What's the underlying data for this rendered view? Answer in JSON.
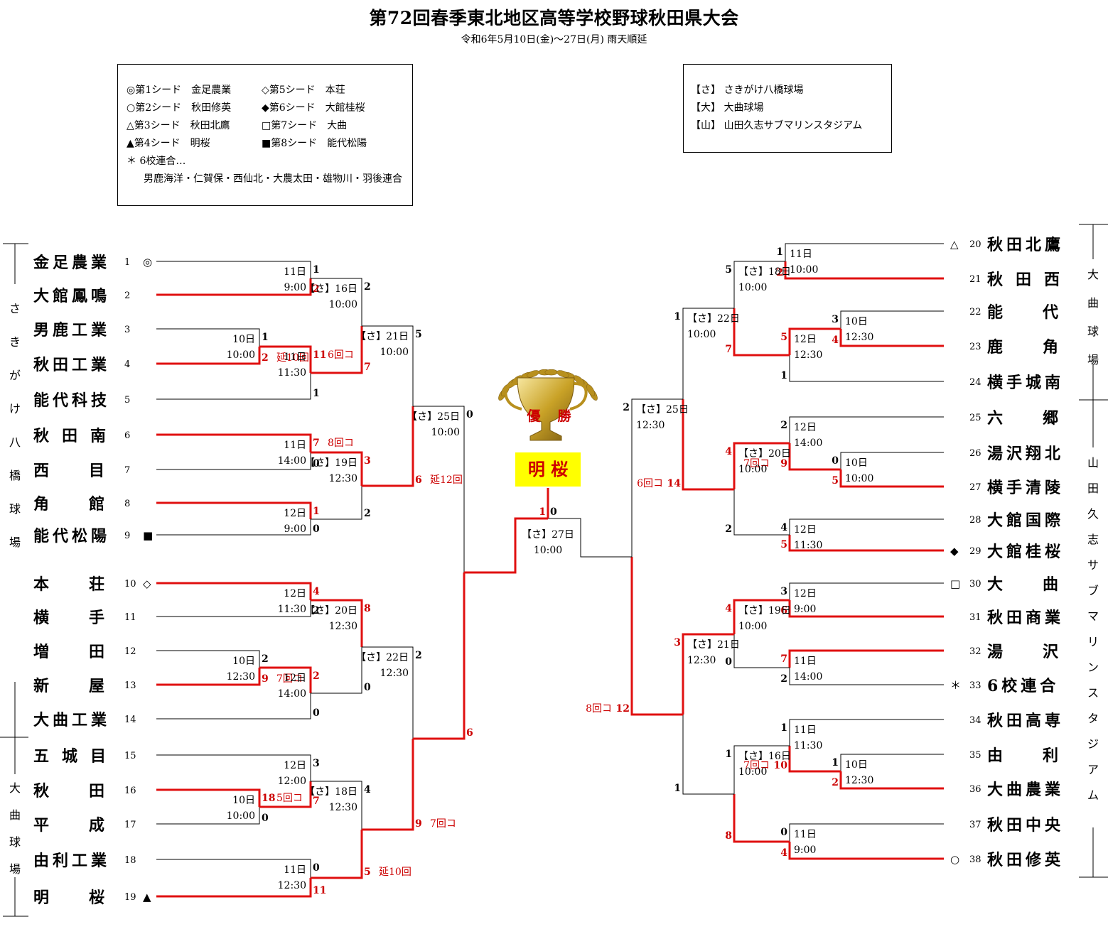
{
  "title": "第72回春季東北地区高等学校野球秋田県大会",
  "subtitle": "令和6年5月10日(金)〜27日(月) 雨天順延",
  "seed_legend": [
    [
      "◎第1シード　金足農業",
      "◇第5シード　本荘"
    ],
    [
      "○第2シード　秋田修英",
      "◆第6シード　大館桂桜"
    ],
    [
      "△第3シード　秋田北鷹",
      "□第7シード　大曲"
    ],
    [
      "▲第4シード　明桜",
      "■第8シード　能代松陽"
    ]
  ],
  "joint_note": "＊ 6校連合…",
  "joint_members": "男鹿海洋・仁賀保・西仙北・大農太田・雄物川・羽後連合",
  "venue_legend": [
    "【さ】 さきがけ八橋球場",
    "【大】 大曲球場",
    "【山】 山田久志サブマリンスタジアム"
  ],
  "venue_side_labels": {
    "left_top": "さきがけ八橋球場",
    "left_bottom": "大曲球場",
    "right_top": "大曲球場",
    "right_bottom": "山田久志サブマリンスタジアム"
  },
  "champion_caption": "優勝",
  "champion": "明 桜",
  "teams_left": [
    {
      "no": "1",
      "name": "金足農業",
      "seed": "◎"
    },
    {
      "no": "2",
      "name": "大館鳳鳴",
      "seed": ""
    },
    {
      "no": "3",
      "name": "男鹿工業",
      "seed": ""
    },
    {
      "no": "4",
      "name": "秋田工業",
      "seed": ""
    },
    {
      "no": "5",
      "name": "能代科技",
      "seed": ""
    },
    {
      "no": "6",
      "name": "秋田南",
      "seed": ""
    },
    {
      "no": "7",
      "name": "西目",
      "seed": ""
    },
    {
      "no": "8",
      "name": "角館",
      "seed": ""
    },
    {
      "no": "9",
      "name": "能代松陽",
      "seed": "■"
    },
    {
      "no": "10",
      "name": "本荘",
      "seed": "◇"
    },
    {
      "no": "11",
      "name": "横手",
      "seed": ""
    },
    {
      "no": "12",
      "name": "増田",
      "seed": ""
    },
    {
      "no": "13",
      "name": "新屋",
      "seed": ""
    },
    {
      "no": "14",
      "name": "大曲工業",
      "seed": ""
    },
    {
      "no": "15",
      "name": "五城目",
      "seed": ""
    },
    {
      "no": "16",
      "name": "秋田",
      "seed": ""
    },
    {
      "no": "17",
      "name": "平成",
      "seed": ""
    },
    {
      "no": "18",
      "name": "由利工業",
      "seed": ""
    },
    {
      "no": "19",
      "name": "明桜",
      "seed": "▲"
    }
  ],
  "teams_right": [
    {
      "no": "20",
      "name": "秋田北鷹",
      "seed": "△"
    },
    {
      "no": "21",
      "name": "秋田西",
      "seed": ""
    },
    {
      "no": "22",
      "name": "能代",
      "seed": ""
    },
    {
      "no": "23",
      "name": "鹿角",
      "seed": ""
    },
    {
      "no": "24",
      "name": "横手城南",
      "seed": ""
    },
    {
      "no": "25",
      "name": "六郷",
      "seed": ""
    },
    {
      "no": "26",
      "name": "湯沢翔北",
      "seed": ""
    },
    {
      "no": "27",
      "name": "横手清陵",
      "seed": ""
    },
    {
      "no": "28",
      "name": "大館国際",
      "seed": ""
    },
    {
      "no": "29",
      "name": "大館桂桜",
      "seed": "◆"
    },
    {
      "no": "30",
      "name": "大曲",
      "seed": "□"
    },
    {
      "no": "31",
      "name": "秋田商業",
      "seed": ""
    },
    {
      "no": "32",
      "name": "湯沢",
      "seed": ""
    },
    {
      "no": "33",
      "name": "6校連合",
      "seed": "＊"
    },
    {
      "no": "34",
      "name": "秋田高専",
      "seed": ""
    },
    {
      "no": "35",
      "name": "由利",
      "seed": ""
    },
    {
      "no": "36",
      "name": "大曲農業",
      "seed": ""
    },
    {
      "no": "37",
      "name": "秋田中央",
      "seed": ""
    },
    {
      "no": "38",
      "name": "秋田修英",
      "seed": "○"
    }
  ],
  "matches": [
    {
      "id": "L1",
      "date": "11日",
      "time": "9:00",
      "top": "1",
      "bot": "2",
      "winner": "bot",
      "note": ""
    },
    {
      "id": "L2",
      "date": "10日",
      "time": "10:00",
      "top": "1",
      "bot": "2",
      "winner": "bot",
      "note": "延10回"
    },
    {
      "id": "L3",
      "date": "11日",
      "time": "11:30",
      "top": "11",
      "bot": "1",
      "winner": "top",
      "note": "6回コ"
    },
    {
      "id": "L4",
      "date": "11日",
      "time": "14:00",
      "top": "7",
      "bot": "0",
      "winner": "top",
      "note": "8回コ"
    },
    {
      "id": "L5",
      "date": "12日",
      "time": "9:00",
      "top": "1",
      "bot": "0",
      "winner": "top",
      "note": ""
    },
    {
      "id": "L6",
      "date": "12日",
      "time": "11:30",
      "top": "4",
      "bot": "2",
      "winner": "top",
      "note": ""
    },
    {
      "id": "L7",
      "date": "10日",
      "time": "12:30",
      "top": "2",
      "bot": "9",
      "winner": "bot",
      "note": "7回コ"
    },
    {
      "id": "L8",
      "date": "12日",
      "time": "14:00",
      "top": "2",
      "bot": "0",
      "winner": "top",
      "note": ""
    },
    {
      "id": "L9",
      "date": "12日",
      "time": "12:00",
      "top": "3",
      "bot": "7",
      "winner": "bot",
      "note": ""
    },
    {
      "id": "L10",
      "date": "10日",
      "time": "10:00",
      "top": "18",
      "bot": "0",
      "winner": "top",
      "note": "5回コ"
    },
    {
      "id": "L11",
      "date": "11日",
      "time": "12:30",
      "top": "0",
      "bot": "11",
      "winner": "bot",
      "note": ""
    },
    {
      "id": "L12",
      "date": "【さ】16日",
      "time": "10:00",
      "top": "2",
      "bot": "7",
      "winner": "bot",
      "note": ""
    },
    {
      "id": "L13",
      "date": "【さ】19日",
      "time": "12:30",
      "top": "3",
      "bot": "2",
      "winner": "top",
      "note": ""
    },
    {
      "id": "L14",
      "date": "【さ】20日",
      "time": "12:30",
      "top": "8",
      "bot": "0",
      "winner": "top",
      "note": ""
    },
    {
      "id": "L15",
      "date": "【さ】18日",
      "time": "12:30",
      "top": "4",
      "bot": "5",
      "winner": "bot",
      "note": "延10回"
    },
    {
      "id": "L16",
      "date": "【さ】21日",
      "time": "10:00",
      "top": "5",
      "bot": "6",
      "winner": "bot",
      "note": "延12回"
    },
    {
      "id": "L17",
      "date": "【さ】22日",
      "time": "12:30",
      "top": "2",
      "bot": "9",
      "winner": "bot",
      "note": "7回コ"
    },
    {
      "id": "L18",
      "date": "【さ】25日",
      "time": "10:00",
      "top": "0",
      "bot": "6",
      "winner": "bot",
      "note": ""
    },
    {
      "id": "R1",
      "date": "11日",
      "time": "10:00",
      "top": "1",
      "bot": "2",
      "winner": "bot",
      "note": ""
    },
    {
      "id": "R2",
      "date": "10日",
      "time": "12:30",
      "top": "3",
      "bot": "4",
      "winner": "bot",
      "note": ""
    },
    {
      "id": "R3",
      "date": "12日",
      "time": "12:30",
      "top": "5",
      "bot": "1",
      "winner": "top",
      "note": ""
    },
    {
      "id": "R4",
      "date": "12日",
      "time": "14:00",
      "top": "2",
      "bot": "9",
      "winner": "bot",
      "note": "7回コ"
    },
    {
      "id": "R5",
      "date": "10日",
      "time": "10:00",
      "top": "0",
      "bot": "5",
      "winner": "bot",
      "note": ""
    },
    {
      "id": "R6",
      "date": "12日",
      "time": "11:30",
      "top": "4",
      "bot": "5",
      "winner": "bot",
      "note": ""
    },
    {
      "id": "R7",
      "date": "12日",
      "time": "9:00",
      "top": "3",
      "bot": "6",
      "winner": "bot",
      "note": ""
    },
    {
      "id": "R8",
      "date": "11日",
      "time": "14:00",
      "top": "7",
      "bot": "2",
      "winner": "top",
      "note": ""
    },
    {
      "id": "R9",
      "date": "11日",
      "time": "11:30",
      "top": "1",
      "bot": "10",
      "winner": "bot",
      "note": "7回コ"
    },
    {
      "id": "R10",
      "date": "10日",
      "time": "12:30",
      "top": "1",
      "bot": "2",
      "winner": "bot",
      "note": ""
    },
    {
      "id": "R11",
      "date": "11日",
      "time": "9:00",
      "top": "0",
      "bot": "4",
      "winner": "bot",
      "note": ""
    },
    {
      "id": "R12",
      "date": "【さ】18日",
      "time": "10:00",
      "top": "5",
      "bot": "7",
      "winner": "bot",
      "note": ""
    },
    {
      "id": "R13",
      "date": "【さ】20日",
      "time": "10:00",
      "top": "4",
      "bot": "2",
      "winner": "top",
      "note": ""
    },
    {
      "id": "R14",
      "date": "【さ】19日",
      "time": "10:00",
      "top": "4",
      "bot": "0",
      "winner": "top",
      "note": ""
    },
    {
      "id": "R15",
      "date": "【さ】16日",
      "time": "10:00",
      "top": "1",
      "bot": "8",
      "winner": "bot",
      "note": ""
    },
    {
      "id": "R16",
      "date": "【さ】22日",
      "time": "10:00",
      "top": "1",
      "bot": "14",
      "winner": "bot",
      "note": "6回コ"
    },
    {
      "id": "R17",
      "date": "【さ】21日",
      "time": "12:30",
      "top": "3",
      "bot": "1",
      "winner": "top",
      "note": ""
    },
    {
      "id": "R18",
      "date": "【さ】25日",
      "time": "12:30",
      "top": "2",
      "bot": "12",
      "winner": "bot",
      "note": "8回コ"
    },
    {
      "id": "F",
      "date": "【さ】27日",
      "time": "10:00",
      "top": "1",
      "bot": "0",
      "winner": "top",
      "note": ""
    }
  ],
  "colors": {
    "win_line": "#e01010",
    "line": "#000000",
    "score_win": "#cc0000",
    "champion_bg": "#ffff00",
    "champion_text": "#cc0000"
  }
}
